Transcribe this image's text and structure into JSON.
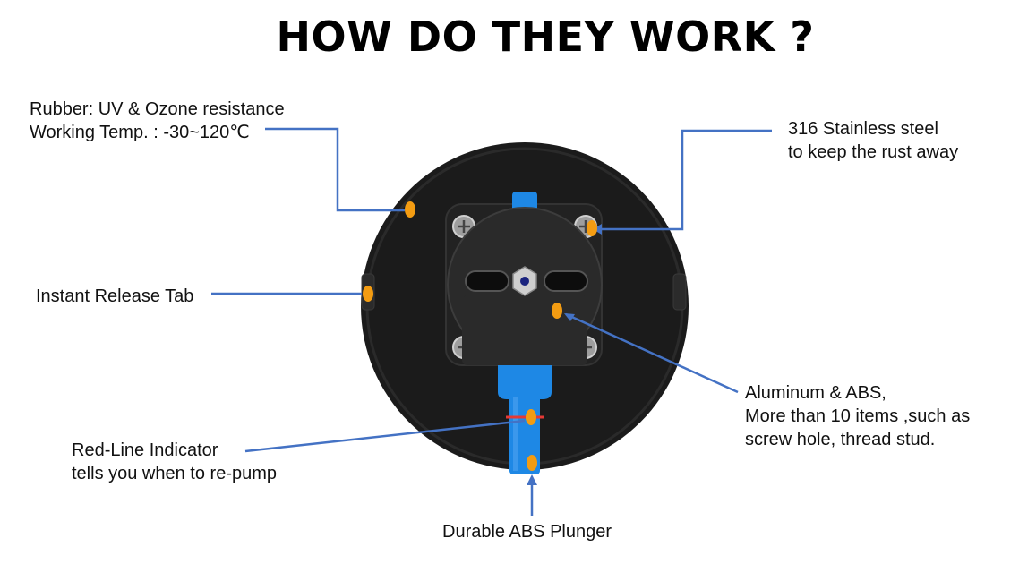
{
  "title": "HOW DO THEY WORK ?",
  "callouts": {
    "rubber": {
      "line1": "Rubber: UV & Ozone resistance",
      "line2": "Working Temp. : -30~120℃"
    },
    "steel": {
      "line1": "316 Stainless steel",
      "line2": "to keep the rust away"
    },
    "release_tab": {
      "line1": "Instant Release Tab"
    },
    "aluminum": {
      "line1": "Aluminum & ABS,",
      "line2": "More than 10 items ,such as",
      "line3": "screw hole, thread stud."
    },
    "red_line": {
      "line1": "Red-Line Indicator",
      "line2": "tells you when to re-pump"
    },
    "plunger": {
      "line1": "Durable ABS Plunger"
    }
  },
  "colors": {
    "leader_line": "#4472c4",
    "marker": "#f39c12",
    "rubber_disc": "#1b1b1b",
    "housing": "#262626",
    "plunger": "#1e88e5",
    "red_line": "#e53935"
  }
}
